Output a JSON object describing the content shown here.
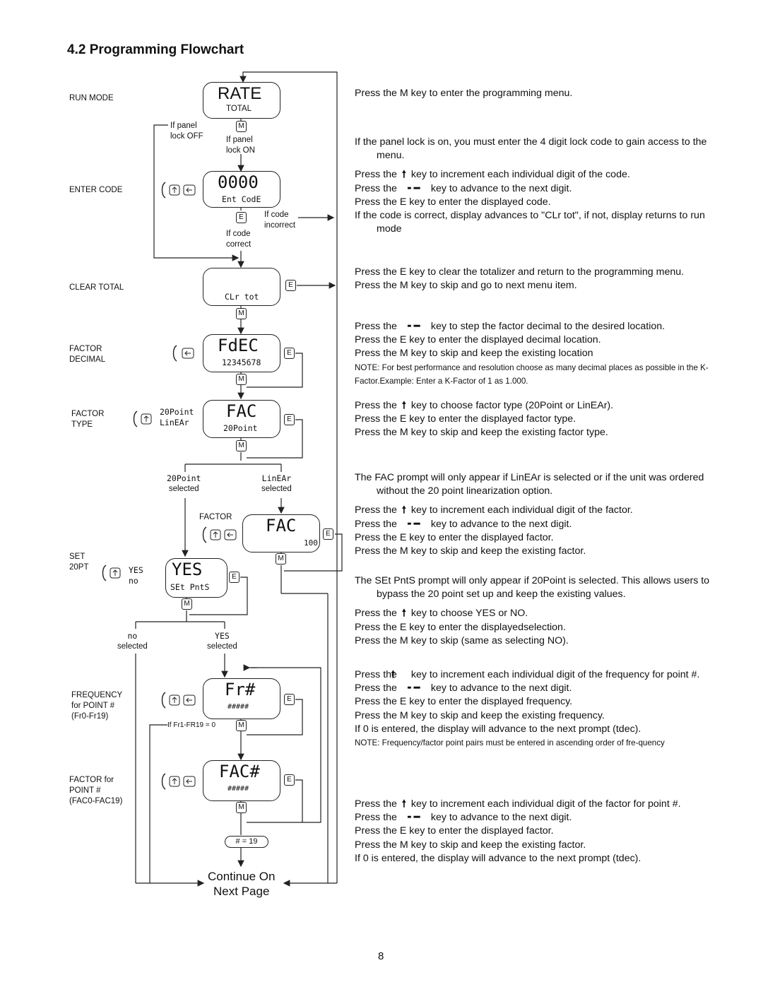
{
  "page": {
    "title": "4.2 Programming Flowchart",
    "page_number": "8",
    "continue": [
      "Continue On",
      "Next Page"
    ]
  },
  "labels": {
    "run_mode": "RUN MODE",
    "enter_code": "ENTER CODE",
    "clear_total": "CLEAR TOTAL",
    "factor_decimal": [
      "FACTOR",
      "DECIMAL"
    ],
    "factor_type": [
      "FACTOR",
      "TYPE"
    ],
    "factor": "FACTOR",
    "set_20pt": [
      "SET",
      "20PT"
    ],
    "frequency": [
      "FREQUENCY",
      "for POINT #",
      "(Fr0-Fr19)"
    ],
    "factor_point": [
      "FACTOR for",
      "POINT #",
      "(FAC0-FAC19)"
    ]
  },
  "annotations": {
    "panel_lock_off": [
      "If panel",
      "lock OFF"
    ],
    "panel_lock_on": [
      "If panel",
      "lock ON"
    ],
    "code_incorrect": [
      "If code",
      "incorrect"
    ],
    "code_correct": [
      "If code",
      "correct"
    ],
    "twenty_pt_selected": [
      "20Point",
      "selected"
    ],
    "linear_selected": [
      "LinEAr",
      "selected"
    ],
    "no_selected": [
      "no",
      "selected"
    ],
    "yes_selected": [
      "YES",
      "selected"
    ],
    "fr_zero": "If Fr1-FR19 = 0",
    "count_19": "# = 19"
  },
  "displays": {
    "rate": {
      "main": "RATE",
      "sub": "TOTAL"
    },
    "code": {
      "main": "0000",
      "sub": "Ent CodE"
    },
    "clr": {
      "main": "",
      "sub": "CLr tot"
    },
    "fdec": {
      "main": "FdEC",
      "sub": "12345678"
    },
    "fac_type": {
      "main": "FAC",
      "sub": "20Point"
    },
    "fac_factor": {
      "main": "FAC",
      "sub": "100"
    },
    "yes": {
      "main": "YES",
      "sub": "SEt PntS"
    },
    "freq": {
      "main": "Fr#",
      "sub": "#####"
    },
    "facpt": {
      "main": "FAC#",
      "sub": "#####"
    }
  },
  "options": {
    "factor_type": [
      "20Point",
      "LinEAr"
    ],
    "set_20pt": [
      "YES",
      "no"
    ]
  },
  "keys": {
    "m": "M",
    "e": "E"
  },
  "text": {
    "b1": "Press the M key to enter the programming menu.",
    "b2": "If the panel lock is on, you must enter the 4 digit lock code to gain access to the menu.",
    "b2_1": "key to increment each individual digit of the code.",
    "b2_2": "key to advance to the next digit.",
    "b2_3": "Press the E key to enter the displayed code.",
    "b2_4": "If the code is correct, display advances to \"CLr tot\", if not, display returns to run mode",
    "b3_1": "Press the E key to clear the totalizer and return to the programming menu.",
    "b3_2": "Press the M key to skip and go to next menu item.",
    "b4_1": "key to step the factor decimal to the desired location.",
    "b4_2": "Press the E key to enter the displayed decimal location.",
    "b4_3": "Press the M key to skip and keep the existing location",
    "b4_note": "NOTE:   For best performance and resolution choose as many decimal places as possible in the K-Factor.Example: Enter a K-Factor of 1 as 1.000.",
    "b5_1": "key to choose factor type (20Point or LinEAr).",
    "b5_2": "Press the E key to enter the displayed factor type.",
    "b5_3": "Press the M key to skip and keep the existing factor type.",
    "b6": "The FAC prompt will only appear if LinEAr is selected or if the unit was ordered without the 20 point linearization option.",
    "b6_1": "key to increment each individual digit of the factor.",
    "b6_2": "key to advance to the next digit.",
    "b6_3": "Press the E key to enter the displayed factor.",
    "b6_4": "Press the M key to skip and keep the existing factor.",
    "b7": "The SEt PntS prompt will only appear if 20Point is selected. This allows users to bypass the 20 point set up and keep the existing values.",
    "b7_1": "key to choose YES or NO.",
    "b7_2": "Press the E key to enter the displayedselection.",
    "b7_3": "Press the M key to skip (same as selecting NO).",
    "b8_1": "key to increment each individual digit of the frequency for point #.",
    "b8_2": "key to advance to the next digit.",
    "b8_3": "Press the E key to enter the displayed frequency.",
    "b8_4": "Press the M key to skip and keep the existing frequency.",
    "b8_5": "If 0 is entered, the display will advance to the next prompt (tdec).",
    "b8_note": "NOTE: Frequency/factor point pairs must be entered in ascending order of fre-quency",
    "b9_1": "key to increment each individual digit of the factor for point #.",
    "b9_2": "key to advance to the next digit.",
    "b9_3": "Press the E key to enter the displayed factor.",
    "b9_4": "Press the M key to skip and keep the existing factor.",
    "b9_5": "If 0 is entered, the display will advance to the next prompt (tdec).",
    "press_the": "Press the"
  },
  "icons": {
    "up": "up-arrow-key-icon",
    "right": "right-arrow-key-icon"
  }
}
